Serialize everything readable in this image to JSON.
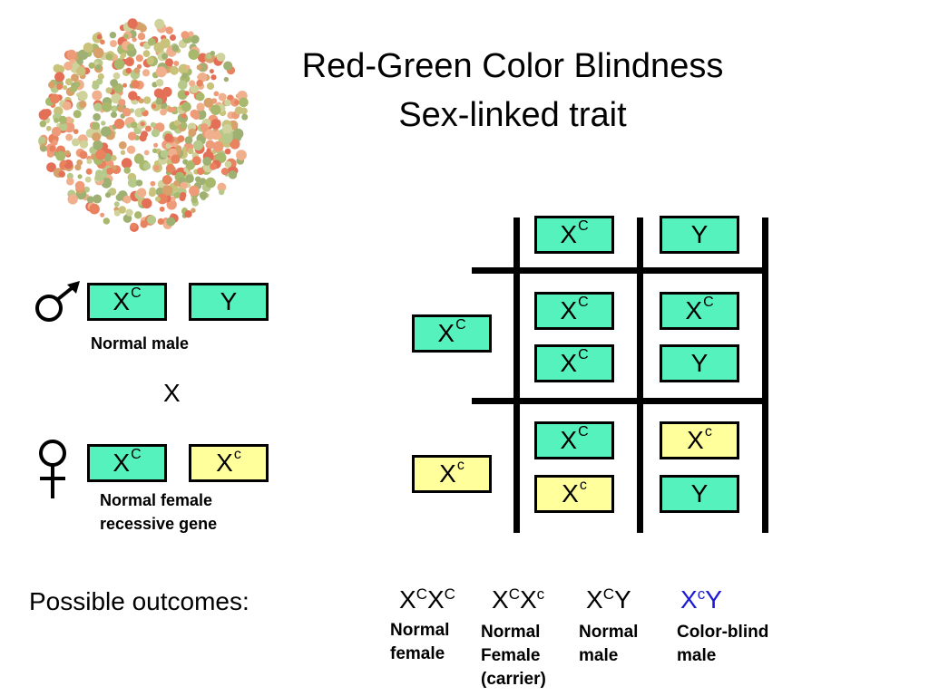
{
  "title": {
    "line1": "Red-Green Color Blindness",
    "line2": "Sex-linked trait"
  },
  "colors": {
    "dominant_box": "#56f2bd",
    "recessive_box": "#ffff9c",
    "colorblind_text": "#1a1ad6"
  },
  "icons": {
    "male": "male-symbol-icon",
    "female": "female-symbol-icon",
    "plate": "ishihara-plate-icon"
  },
  "parents": {
    "male": {
      "allele1": {
        "base": "X",
        "sup": "C"
      },
      "allele2": {
        "base": "Y",
        "sup": ""
      },
      "label": "Normal male"
    },
    "cross": "X",
    "female": {
      "allele1": {
        "base": "X",
        "sup": "C"
      },
      "allele2": {
        "base": "X",
        "sup": "c"
      },
      "label_line1": "Normal female",
      "label_line2": "recessive gene"
    }
  },
  "punnett": {
    "columns": [
      {
        "base": "X",
        "sup": "C"
      },
      {
        "base": "Y",
        "sup": ""
      }
    ],
    "rows": [
      {
        "base": "X",
        "sup": "C"
      },
      {
        "base": "X",
        "sup": "c"
      }
    ],
    "cells": [
      [
        {
          "top": {
            "base": "X",
            "sup": "C"
          },
          "bottom": {
            "base": "X",
            "sup": "C"
          }
        },
        {
          "top": {
            "base": "X",
            "sup": "C"
          },
          "bottom": {
            "base": "Y",
            "sup": ""
          }
        }
      ],
      [
        {
          "top": {
            "base": "X",
            "sup": "C"
          },
          "bottom": {
            "base": "X",
            "sup": "c"
          }
        },
        {
          "top": {
            "base": "X",
            "sup": "c"
          },
          "bottom": {
            "base": "Y",
            "sup": ""
          }
        }
      ]
    ]
  },
  "outcomes": {
    "heading": "Possible outcomes:",
    "items": [
      {
        "g1": "X",
        "s1": "C",
        "g2": "X",
        "s2": "C",
        "label1": "Normal",
        "label2": "female",
        "label3": ""
      },
      {
        "g1": "X",
        "s1": "C",
        "g2": "X",
        "s2": "c",
        "label1": "Normal",
        "label2": "Female",
        "label3": "(carrier)"
      },
      {
        "g1": "X",
        "s1": "C",
        "g2": "Y",
        "s2": "",
        "label1": "Normal",
        "label2": "male",
        "label3": ""
      },
      {
        "g1": "X",
        "s1": "c",
        "g2": "Y",
        "s2": "",
        "label1": "Color-blind",
        "label2": "male",
        "label3": ""
      }
    ]
  }
}
